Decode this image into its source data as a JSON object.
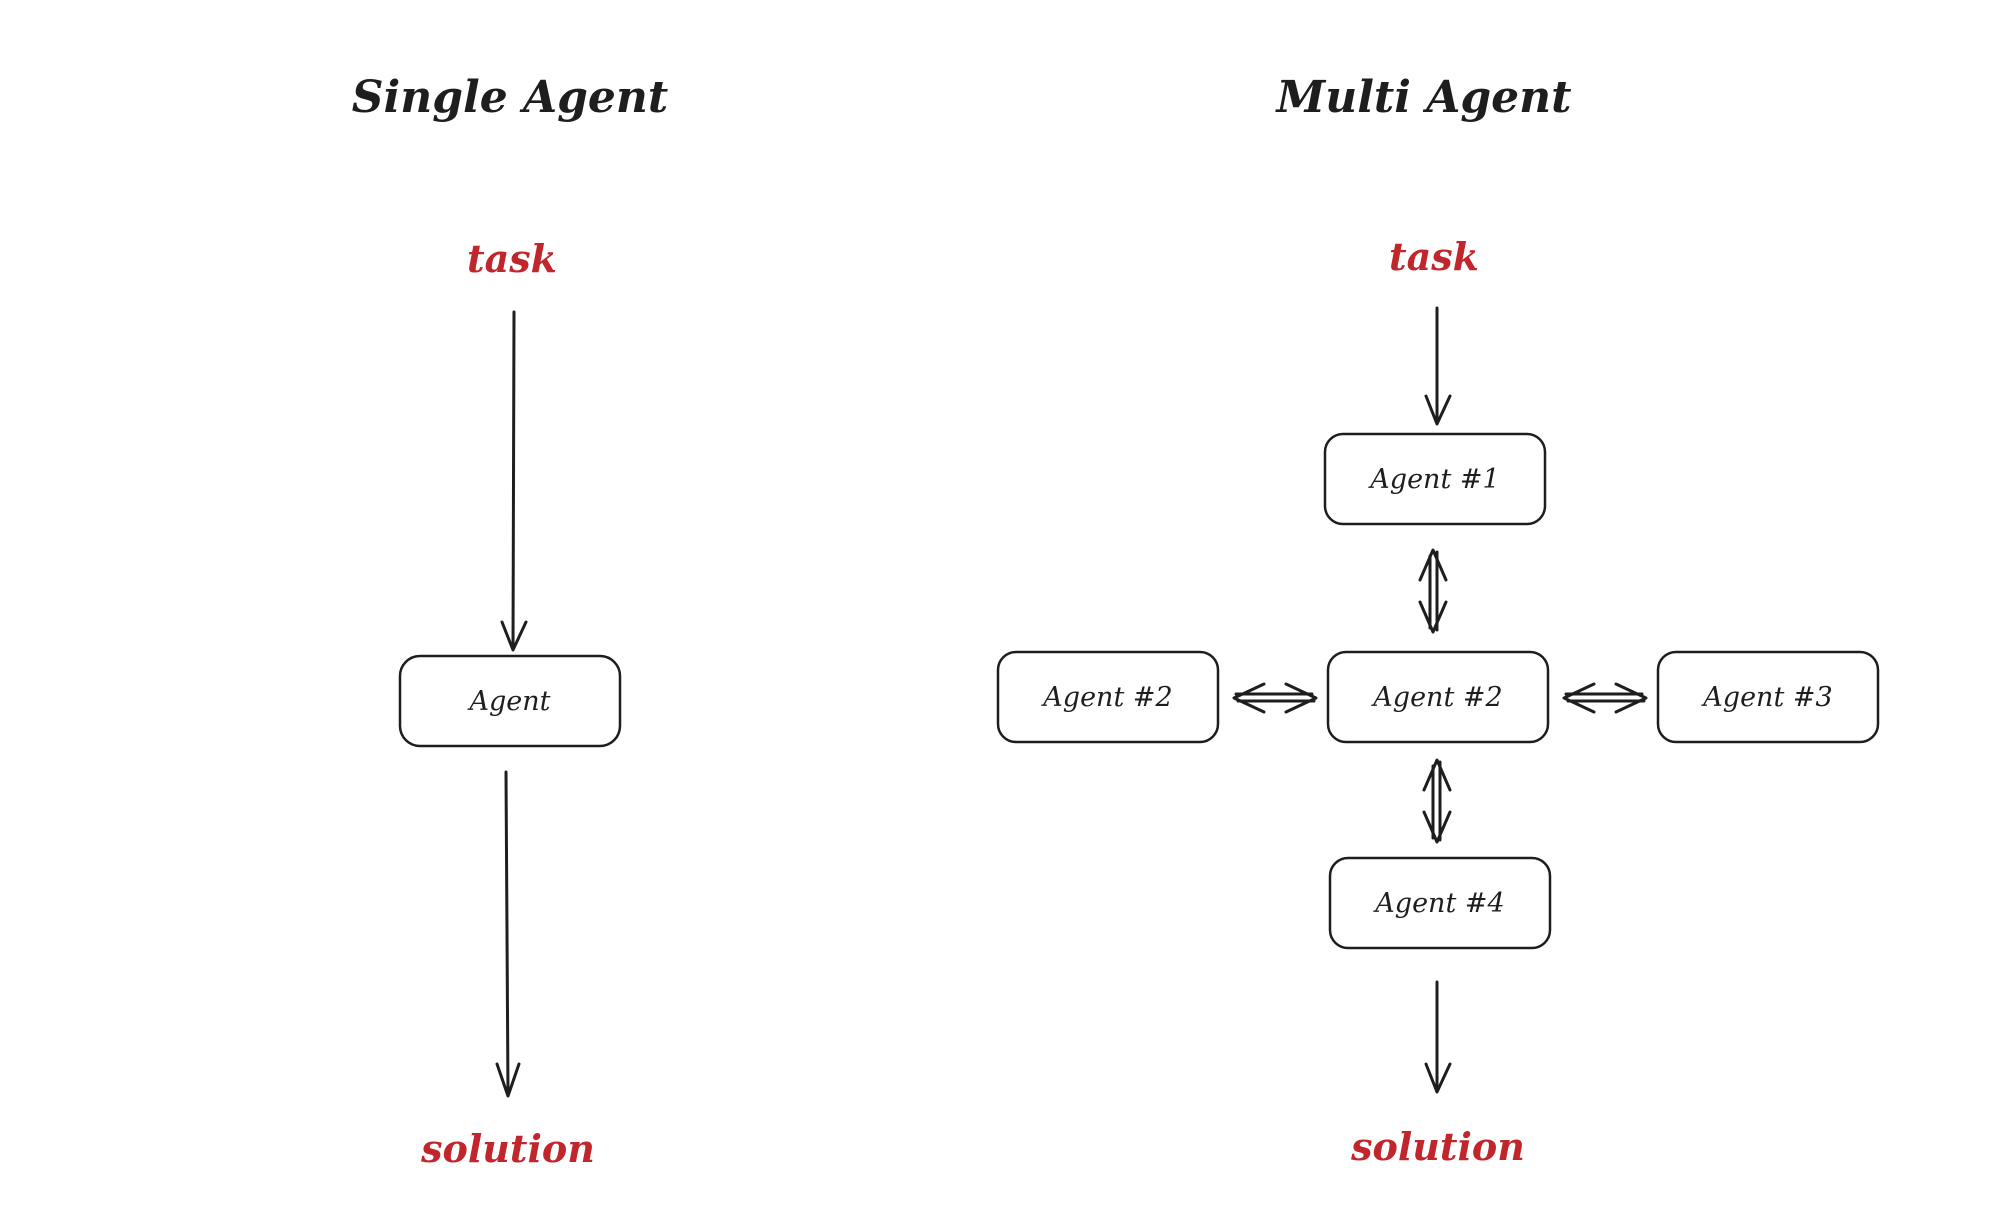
{
  "single": {
    "title": "Single Agent",
    "task": "task",
    "agent": "Agent",
    "solution": "solution"
  },
  "multi": {
    "title": "Multi Agent",
    "task": "task",
    "agent_top": "Agent #1",
    "agent_left": "Agent #2",
    "agent_center": "Agent #2",
    "agent_right": "Agent #3",
    "agent_bottom": "Agent #4",
    "solution": "solution"
  },
  "colors": {
    "ink": "#1e1e1e",
    "accent": "#c0262b"
  }
}
